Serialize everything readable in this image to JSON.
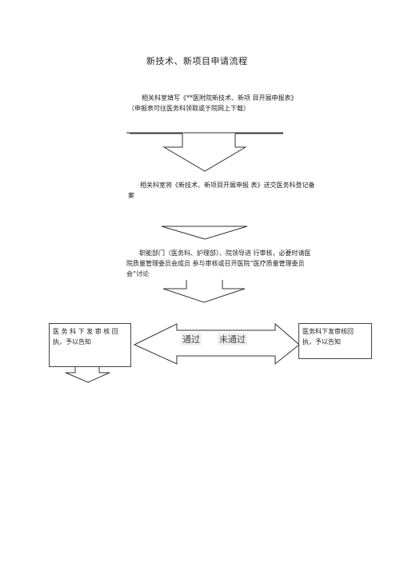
{
  "diagram": {
    "title": "新技术、新项目申请流程",
    "step1": {
      "line1": "相关科室填写《**医附院新技术、新项 目开展申报表》",
      "line2": "（申报表可往医务科领取或于院网上下载）"
    },
    "step2": {
      "line1": "相关科室将《新技术、新项目开展申报 表》送交医务科登记备",
      "line2": "案"
    },
    "step3": {
      "line1": "职能部门（医务科、护理部）、院领导进 行审核，必要时请医",
      "line2": "院质量管理委员会成员 参与审核或召开医院“医疗质量管理委员",
      "line3": "会”讨论"
    },
    "left_box": {
      "line1": "医 务 科 下 发 审 核 回",
      "line2": "执，予以告知"
    },
    "right_box": {
      "line1": "医务科下发审核回",
      "line2": "执，予以告知"
    },
    "pass_label": "通过",
    "fail_label": "未通过"
  }
}
